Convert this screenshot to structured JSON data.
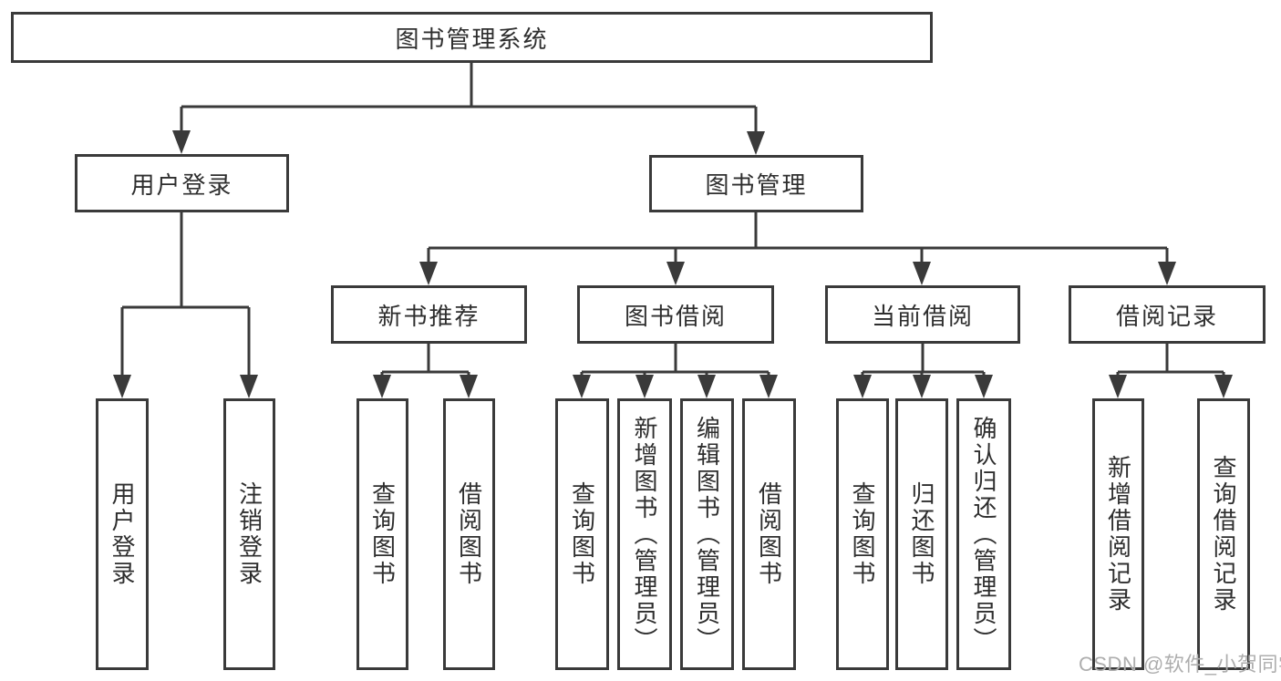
{
  "colors": {
    "background": "#ffffff",
    "line": "#3a3a3a",
    "box_border": "#3a3a3a",
    "text": "#2e2e2e",
    "watermark": "#aeaeae"
  },
  "watermark": {
    "text": "CSDN @软件_小贺同学"
  },
  "diagram": {
    "type": "hierarchy",
    "root": {
      "label": "图书管理系统"
    },
    "branches": [
      {
        "label": "用户登录",
        "children": [
          {
            "label": "用户登录"
          },
          {
            "label": "注销登录"
          }
        ]
      },
      {
        "label": "图书管理",
        "children": [
          {
            "label": "新书推荐",
            "children": [
              {
                "label": "查询图书"
              },
              {
                "label": "借阅图书"
              }
            ]
          },
          {
            "label": "图书借阅",
            "children": [
              {
                "label": "查询图书"
              },
              {
                "label": "新增图书（管理员）"
              },
              {
                "label": "编辑图书（管理员）"
              },
              {
                "label": "借阅图书"
              }
            ]
          },
          {
            "label": "当前借阅",
            "children": [
              {
                "label": "查询图书"
              },
              {
                "label": "归还图书"
              },
              {
                "label": "确认归还（管理员）"
              }
            ]
          },
          {
            "label": "借阅记录",
            "children": [
              {
                "label": "新增借阅记录"
              },
              {
                "label": "查询借阅记录"
              }
            ]
          }
        ]
      }
    ]
  }
}
